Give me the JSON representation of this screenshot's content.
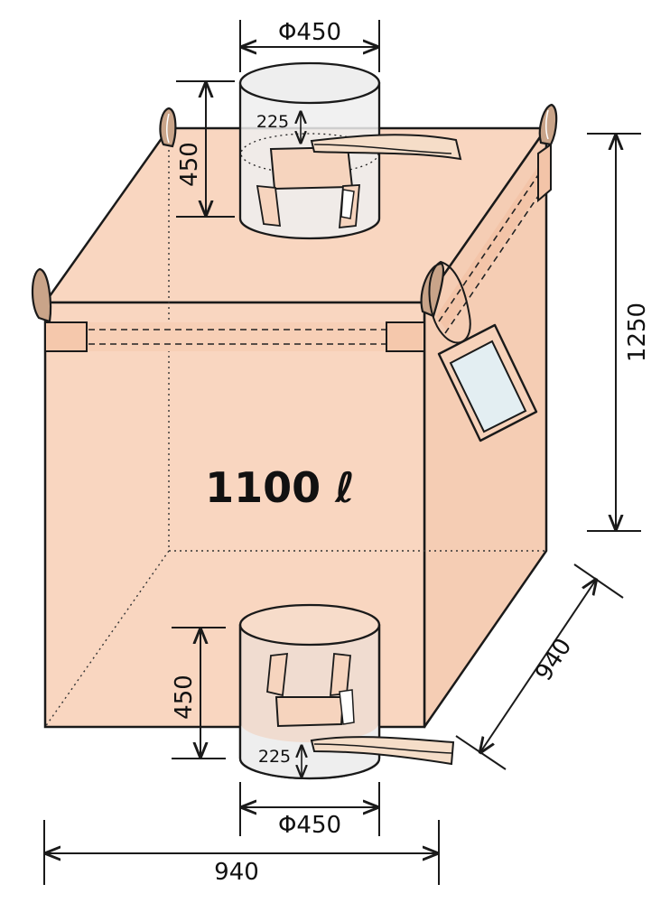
{
  "colors": {
    "bag_fill": "#f9d6c0",
    "bag_shadow": "#f2c7ad",
    "outline": "#1a1a1a",
    "spout_fill": "#eeeeee",
    "loop_fill": "#c9a489",
    "tag_window": "#e3eef2"
  },
  "labels": {
    "capacity": "1100 ℓ",
    "top_spout_diameter": "Φ450",
    "top_spout_height": "450",
    "top_spout_inset": "225",
    "bottom_spout_diameter": "Φ450",
    "bottom_spout_height": "450",
    "bottom_spout_inset": "225",
    "bag_height": "1250",
    "bag_width": "940",
    "bag_depth": "940"
  },
  "icons": [
    "lifting-loop-icon",
    "document-pocket-icon",
    "tie-string-icon"
  ]
}
